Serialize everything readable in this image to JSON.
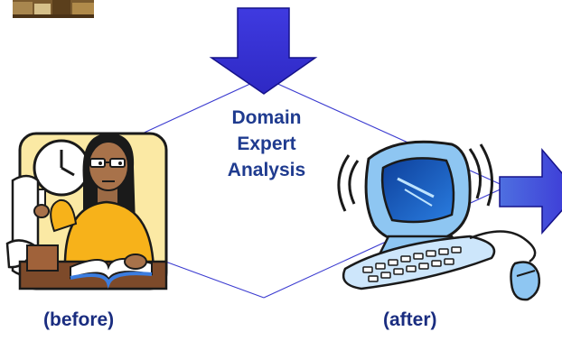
{
  "diagram": {
    "center_label_lines": [
      "Domain",
      "Expert",
      "Analysis"
    ],
    "captions": {
      "before": "(before)",
      "after": "(after)"
    },
    "colors": {
      "arrow_fill": "#3b35d6",
      "arrow_stroke": "#15128a",
      "diamond_line": "#3b3bd0",
      "label_text": "#1f3b8f",
      "caption_text": "#1a2d80"
    },
    "icons": {
      "left_picture": "woman-at-desk-with-clock-illustration",
      "right_picture": "computer-with-keyboard-and-mouse-illustration",
      "top_left_picture": "photo-fragment-thumbnail"
    }
  }
}
